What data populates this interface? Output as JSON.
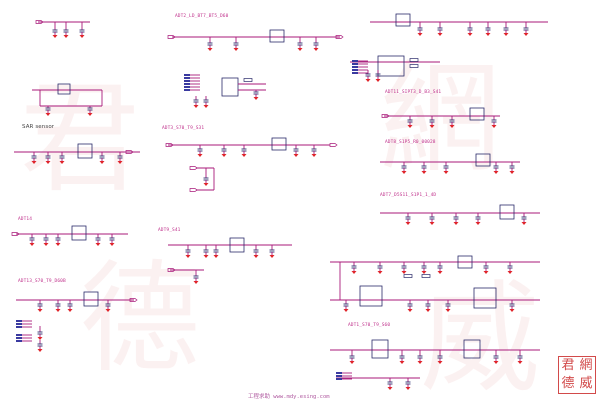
{
  "labels": {
    "sub_4v_ldo": "ADT2_LD_BT7_BT5_D60",
    "sub_tp_s41_right": "ADT11_SIPT3_D_B3_S41",
    "sub_sar_sensor": "SAR sensor",
    "sub_ldo_t5_s31": "ADT3_S70_T9_S31",
    "sub_sipt_e0": "ADT8_S1P5_R0_00028",
    "sub_sipt_s21_4d": "ADT7_D5S11_S1P1_1_4D",
    "sub_adt14": "ADT14",
    "sub_adt9_s41": "ADT9_S41",
    "sub_adt13_d8": "ADT13_S70_T9_D60B",
    "sub_adt1_s70": "ADT1_S70_T9_S60",
    "footer_url": "工程求助 www.mdy.esing.com"
  },
  "watermark": {
    "characters": [
      "君",
      "網",
      "德",
      "威"
    ],
    "color": "#f6d8d8"
  },
  "stamp": {
    "characters": [
      "君",
      "網",
      "德",
      "威"
    ]
  },
  "colors": {
    "wire": "#a8197a",
    "component": "#2a2a6a",
    "ground": "#e0242a",
    "net_text": "#c0328c"
  }
}
